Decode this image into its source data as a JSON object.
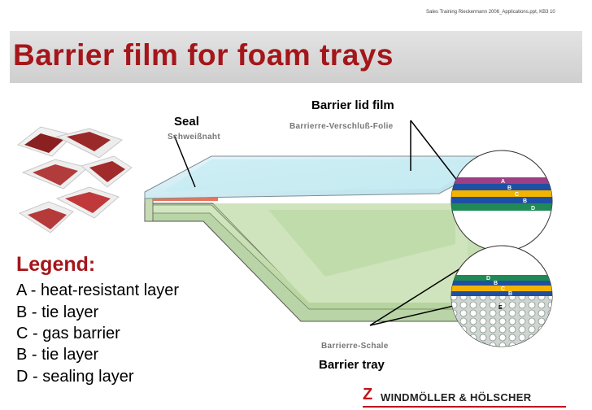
{
  "header": {
    "source_line": "Sales Training Rieckermann 2006_Applications.ppt, KB3 10"
  },
  "title": "Barrier film for foam trays",
  "labels": {
    "barrier_lid_film": "Barrier lid film",
    "barrier_lid_film_de": "Barrierre-Verschluß-Folie",
    "seal": "Seal",
    "seal_de": "Schweißnaht",
    "barrier_tray": "Barrier tray",
    "barrier_tray_de": "Barrierre-Schale"
  },
  "lid_layers": [
    "A",
    "B",
    "C",
    "B",
    "D"
  ],
  "tray_layers": [
    "D",
    "B",
    "C",
    "B",
    "E"
  ],
  "legend": {
    "title": "Legend:",
    "items": [
      "A - heat-resistant layer",
      "B - tie layer",
      "C - gas barrier",
      "B - tie layer",
      "D - sealing layer"
    ]
  },
  "footer": {
    "logo": "Z",
    "company": "WINDMÖLLER & HÖLSCHER"
  },
  "colors": {
    "title": "#a4161a",
    "layer_purple": "#9b3f86",
    "layer_blue": "#1f4fa3",
    "layer_yellow": "#f2b400",
    "layer_green": "#1f8a55",
    "tray_green": "#c8e0b4",
    "seal_orange": "#e8745a"
  }
}
